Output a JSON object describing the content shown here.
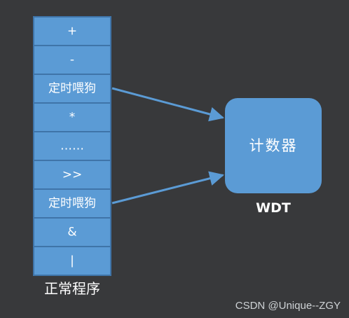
{
  "program": {
    "label": "正常程序",
    "cells": [
      "+",
      "-",
      "定时喂狗",
      "*",
      "……",
      ">>",
      "定时喂狗",
      "&",
      "|"
    ]
  },
  "counter": {
    "label": "计数器",
    "caption": "WDT"
  },
  "watermark": "CSDN @Unique--ZGY",
  "colors": {
    "background": "#38393b",
    "block_fill": "#5b9bd5",
    "block_stroke": "#3f74a8",
    "arrow": "#5b9bd5",
    "text": "#ffffff"
  }
}
